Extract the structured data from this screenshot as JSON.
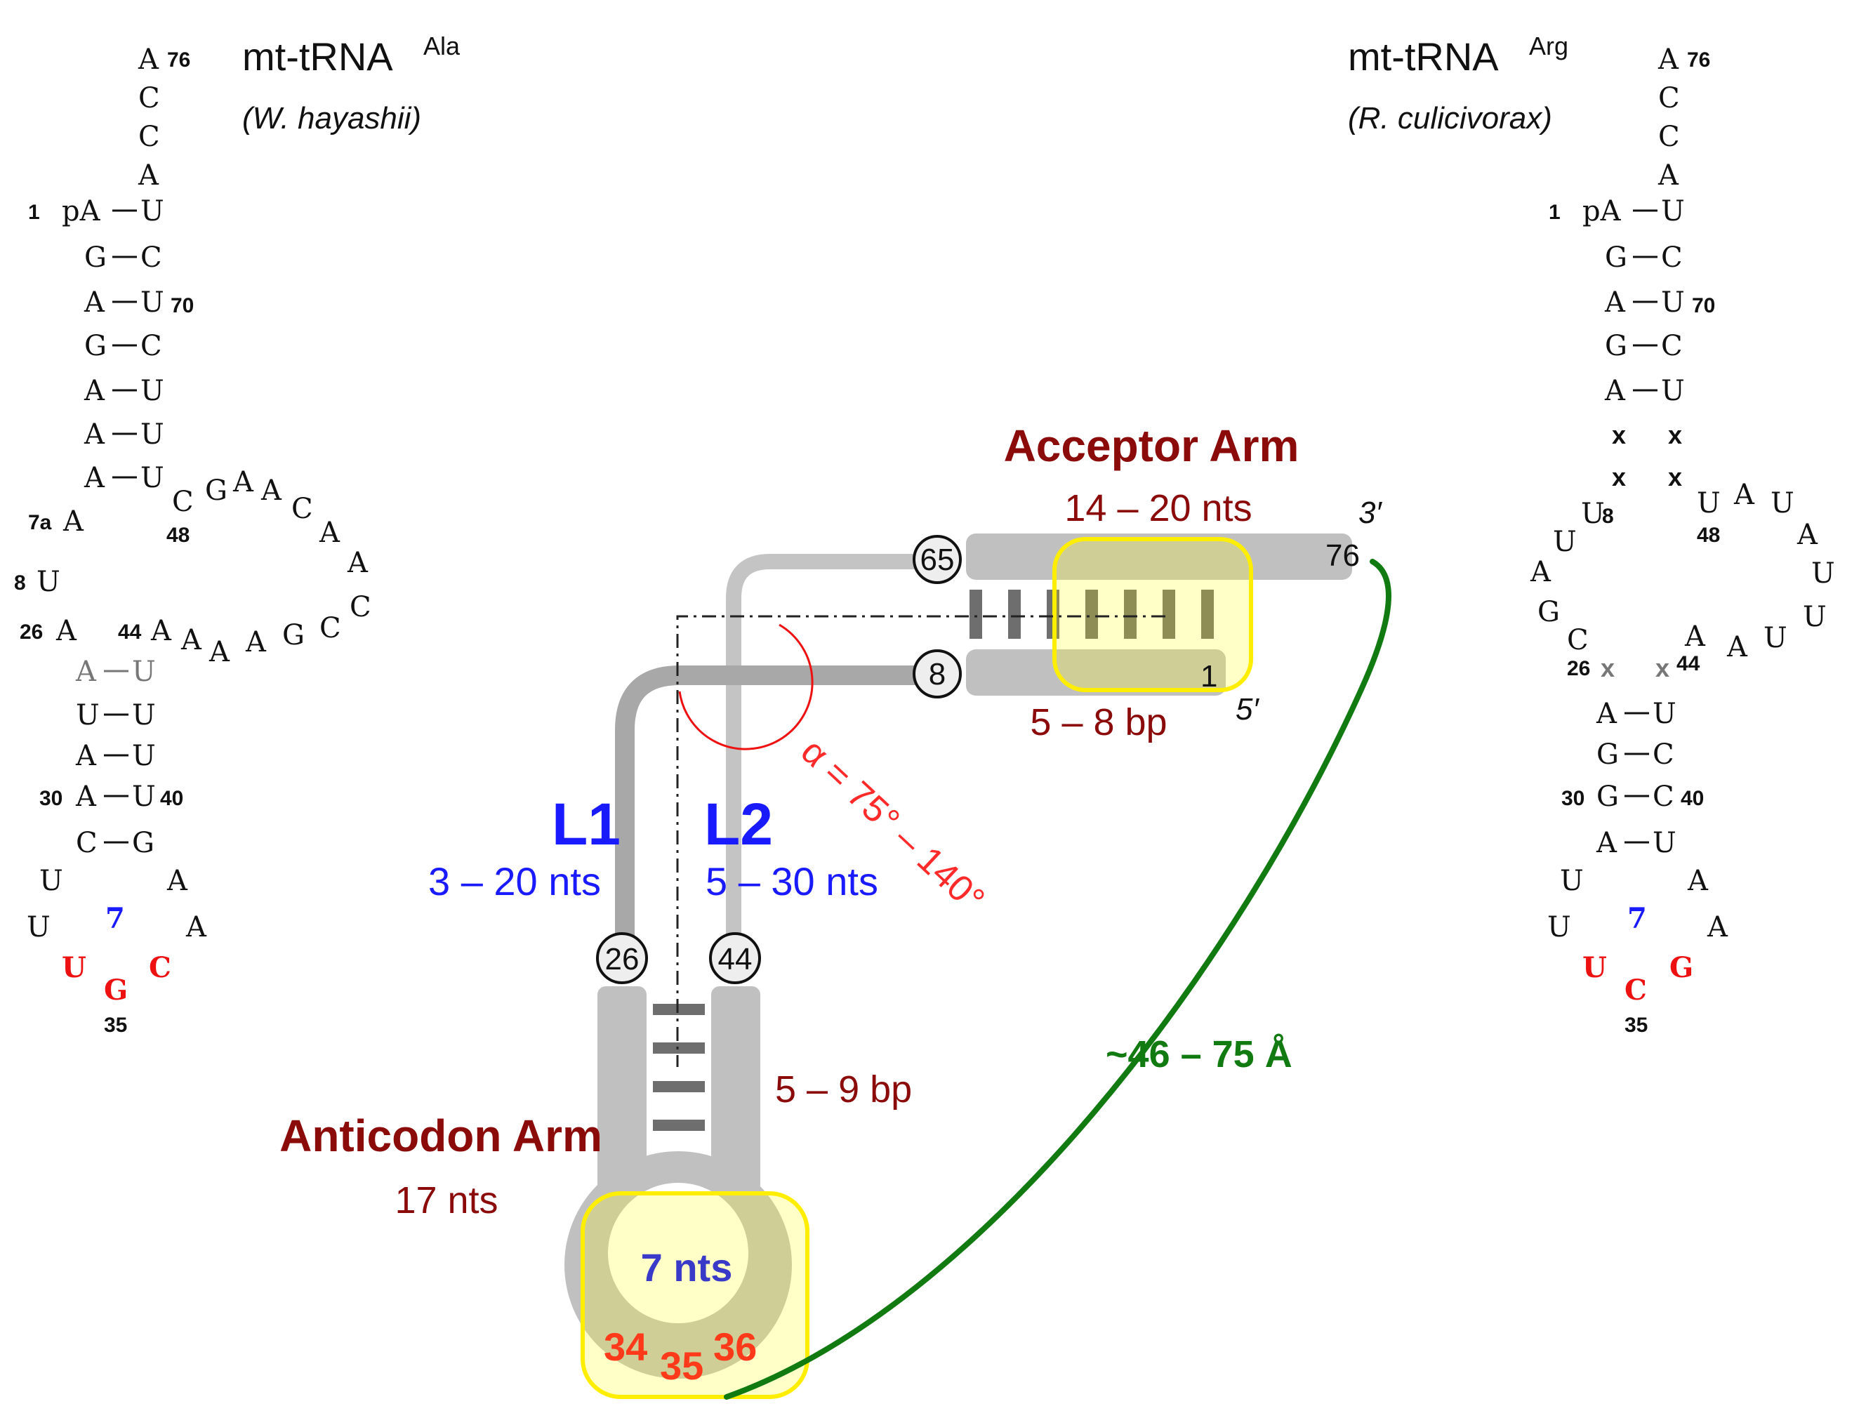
{
  "left_tRNA": {
    "name": "mt-tRNA",
    "sup": "Ala",
    "species": "(W. hayashii)"
  },
  "right_tRNA": {
    "name": "mt-tRNA",
    "sup": "Arg",
    "species": "(R. culicivorax)"
  },
  "left_seq": {
    "A76": "A",
    "n76": "76",
    "C75": "C",
    "C74": "C",
    "A73": "A",
    "n1": "1",
    "pA": "pA",
    "stem5": [
      "G",
      "A",
      "G",
      "A",
      "A",
      "A"
    ],
    "stem3": [
      "U",
      "C",
      "U",
      "C",
      "U",
      "U",
      "U"
    ],
    "n70": "70",
    "C_loop": "C",
    "n48": "48",
    "varloop": [
      "G",
      "A",
      "A",
      "C",
      "A",
      "A",
      "C"
    ],
    "n7a": "7a",
    "A7a": "A",
    "n8": "8",
    "U8": "U",
    "n26": "26",
    "A26": "A",
    "n44": "44",
    "lowerloop": [
      "A",
      "A",
      "A",
      "A",
      "G",
      "C",
      "C"
    ],
    "ac5": [
      "A",
      "U",
      "A",
      "A",
      "C"
    ],
    "ac3": [
      "U",
      "U",
      "U",
      "U",
      "G"
    ],
    "n30": "30",
    "n40": "40",
    "loopL": [
      "U",
      "U"
    ],
    "loopR": [
      "A",
      "A"
    ],
    "loop7": "7",
    "anticodon": [
      "U",
      "G",
      "C"
    ],
    "n35": "35"
  },
  "right_seq": {
    "A76": "A",
    "n76": "76",
    "C75": "C",
    "C74": "C",
    "A73": "A",
    "n1": "1",
    "pA": "pA",
    "stem5": [
      "G",
      "A",
      "G",
      "A"
    ],
    "stem3": [
      "U",
      "C",
      "U",
      "C",
      "U"
    ],
    "n70": "70",
    "xs": [
      "x",
      "x",
      "x",
      "x"
    ],
    "U8": "U",
    "n8": "8",
    "n48": "48",
    "loopL": [
      "U",
      "A",
      "G",
      "C"
    ],
    "loopR": [
      "U",
      "A",
      "U",
      "A",
      "U",
      "U",
      "U",
      "A",
      "A"
    ],
    "n26": "26",
    "n44": "44",
    "xg": [
      "x",
      "x"
    ],
    "ac5": [
      "A",
      "G",
      "G",
      "A"
    ],
    "ac3": [
      "U",
      "C",
      "C",
      "U"
    ],
    "n30": "30",
    "n40": "40",
    "acl": [
      "U",
      "U"
    ],
    "acr": [
      "A",
      "A"
    ],
    "loop7": "7",
    "anticodon": [
      "U",
      "C",
      "G"
    ],
    "n35": "35"
  },
  "schematic": {
    "acceptor_title": "Acceptor Arm",
    "acceptor_nts": "14 – 20 nts",
    "acceptor_bp": "5 – 8 bp",
    "end3": "3′",
    "end5": "5′",
    "pos76": "76",
    "pos1": "1",
    "c65": "65",
    "c8": "8",
    "c26": "26",
    "c44": "44",
    "L1": "L1",
    "L1_nts": "3 – 20 nts",
    "L2": "L2",
    "L2_nts": "5 – 30 nts",
    "angle": "α = 75° – 140°",
    "anticodon_title": "Anticodon Arm",
    "anticodon_nts": "17 nts",
    "anticodon_bp": "5 – 9 bp",
    "loop_nts": "7 nts",
    "ac34": "34",
    "ac35": "35",
    "ac36": "36",
    "distance": "~46 – 75 Å"
  },
  "colors": {
    "arm_title": "#8b0a0a",
    "linker": "#1a1aff",
    "angle": "#ff2a2a",
    "distance": "#117a11",
    "highlight": "#ffff00",
    "anticodon": "#ff3a1a"
  }
}
